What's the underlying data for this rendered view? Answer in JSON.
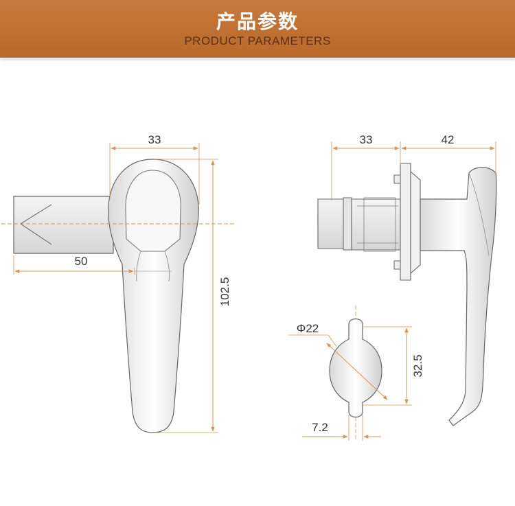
{
  "header": {
    "title_cn": "产品参数",
    "title_en": "PRODUCT PARAMETERS"
  },
  "colors": {
    "banner": "#c0733a",
    "dimension_line": "#d2955a",
    "outline": "#666666"
  },
  "dimensions": {
    "front_width": "33",
    "front_shaft": "50",
    "front_height": "102.5",
    "side_shaft": "33",
    "side_handle": "42",
    "cam_diameter": "Φ22",
    "cam_height": "32.5",
    "cam_width": "7.2"
  }
}
